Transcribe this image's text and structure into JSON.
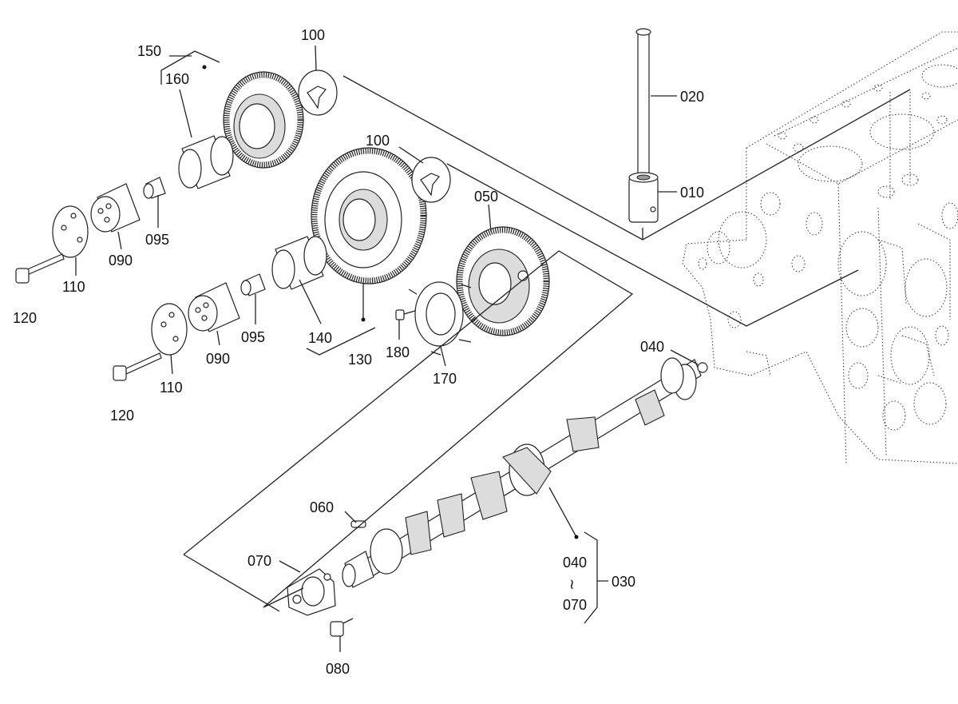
{
  "labels": {
    "p150": "150",
    "p160": "160",
    "p100a": "100",
    "p100b": "100",
    "p020": "020",
    "p010": "010",
    "p050": "050",
    "p095a": "095",
    "p095b": "095",
    "p090a": "090",
    "p090b": "090",
    "p110a": "110",
    "p110b": "110",
    "p120a": "120",
    "p120b": "120",
    "p140": "140",
    "p130": "130",
    "p180": "180",
    "p170": "170",
    "p040a": "040",
    "p060": "060",
    "p070a": "070",
    "p080": "080",
    "p040b": "040",
    "p070b": "070",
    "p030": "030"
  },
  "range_symbol": "≀"
}
